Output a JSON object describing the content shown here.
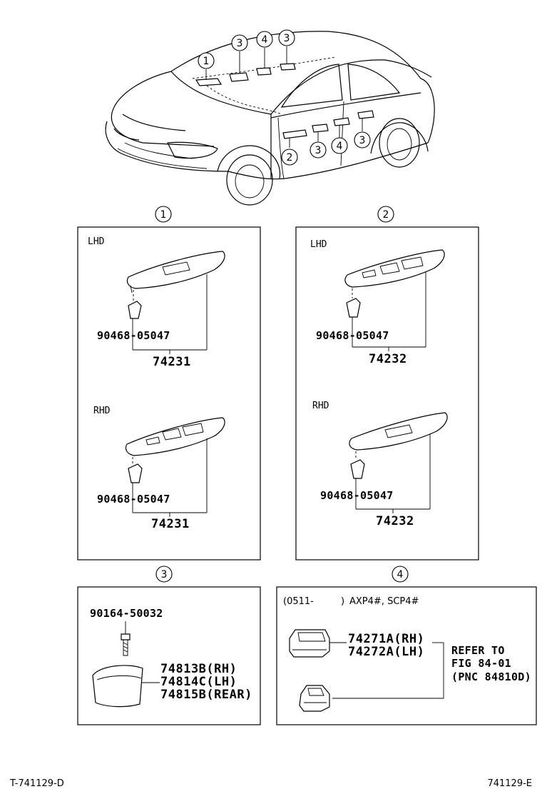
{
  "callouts": {
    "c1": "1",
    "c2": "2",
    "c3": "3",
    "c4": "4"
  },
  "panel1": {
    "lhd_label": "LHD",
    "lhd_clip": "90468-05047",
    "lhd_part": "74231",
    "rhd_label": "RHD",
    "rhd_clip": "90468-05047",
    "rhd_part": "74231"
  },
  "panel2": {
    "lhd_label": "LHD",
    "lhd_clip": "90468-05047",
    "lhd_part": "74232",
    "rhd_label": "RHD",
    "rhd_clip": "90468-05047",
    "rhd_part": "74232"
  },
  "panel3": {
    "screw": "90164-50032",
    "part_rh": "74813B(RH)",
    "part_lh": "74814C(LH)",
    "part_rear": "74815B(REAR)"
  },
  "panel4": {
    "date_range_open": "(0511-",
    "date_range_close": ")",
    "models": "AXP4#, SCP4#",
    "switch_rh": "74271A(RH)",
    "switch_lh": "74272A(LH)",
    "refer_line1": "REFER TO",
    "refer_line2": "FIG 84-01",
    "refer_line3": "(PNC 84810D)"
  },
  "footer": {
    "left_code": "T-741129-D",
    "right_code": "741129-E"
  }
}
